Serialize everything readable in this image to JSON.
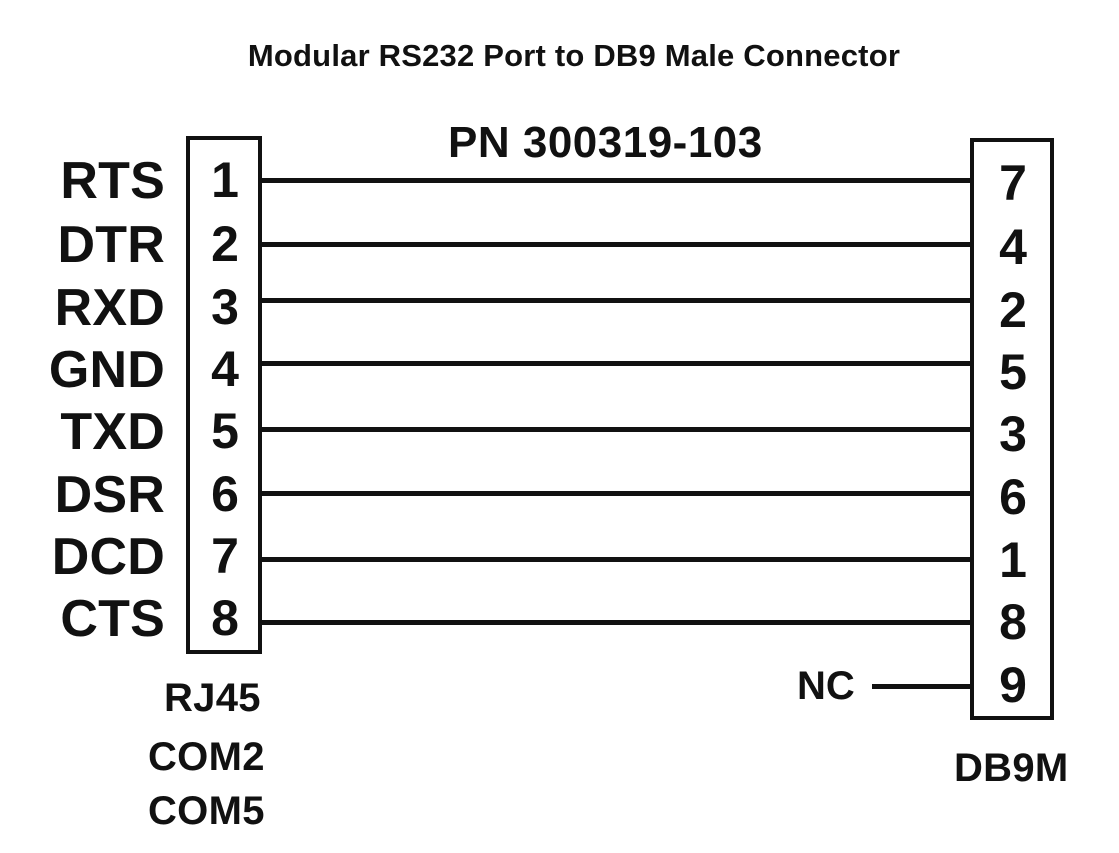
{
  "diagram": {
    "title": "Modular RS232 Port to DB9 Male Connector",
    "part_number": "PN 300319-103",
    "left_connector": {
      "captions": [
        "RJ45",
        "COM2",
        "COM5"
      ]
    },
    "right_connector": {
      "caption": "DB9M"
    },
    "connections": [
      {
        "signal": "RTS",
        "left_pin": "1",
        "right_pin": "7"
      },
      {
        "signal": "DTR",
        "left_pin": "2",
        "right_pin": "4"
      },
      {
        "signal": "RXD",
        "left_pin": "3",
        "right_pin": "2"
      },
      {
        "signal": "GND",
        "left_pin": "4",
        "right_pin": "5"
      },
      {
        "signal": "TXD",
        "left_pin": "5",
        "right_pin": "3"
      },
      {
        "signal": "DSR",
        "left_pin": "6",
        "right_pin": "6"
      },
      {
        "signal": "DCD",
        "left_pin": "7",
        "right_pin": "1"
      },
      {
        "signal": "CTS",
        "left_pin": "8",
        "right_pin": "8"
      }
    ],
    "no_connect": {
      "label": "NC",
      "right_pin": "9"
    }
  }
}
